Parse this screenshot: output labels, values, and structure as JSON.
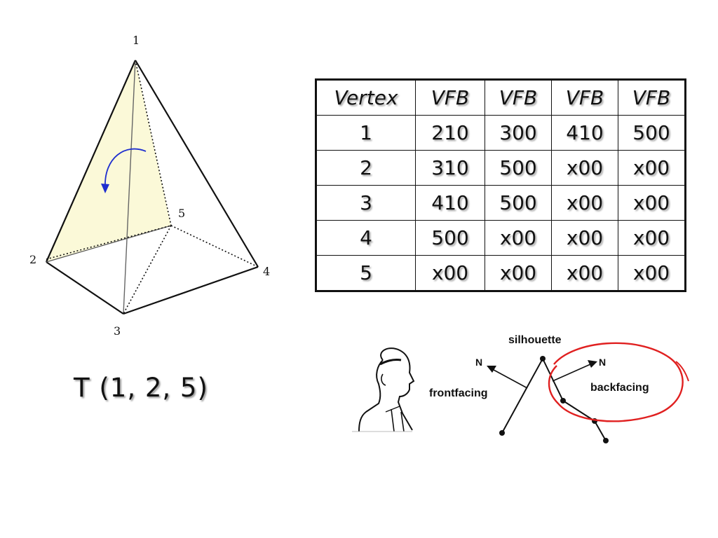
{
  "pyramid": {
    "vertex_labels": [
      "1",
      "2",
      "3",
      "4",
      "5"
    ],
    "colors": {
      "face_fill": "#fbf9d8",
      "arrow": "#1f2fcf",
      "edge": "#111111"
    },
    "triangle_label": "T (1, 2, 5)"
  },
  "table": {
    "headers": [
      "Vertex",
      "VFB",
      "VFB",
      "VFB",
      "VFB"
    ],
    "rows": [
      [
        "1",
        "210",
        "300",
        "410",
        "500"
      ],
      [
        "2",
        "310",
        "500",
        "x00",
        "x00"
      ],
      [
        "3",
        "410",
        "500",
        "x00",
        "x00"
      ],
      [
        "4",
        "500",
        "x00",
        "x00",
        "x00"
      ],
      [
        "5",
        "x00",
        "x00",
        "x00",
        "x00"
      ]
    ]
  },
  "silhouette": {
    "title": "silhouette",
    "front_label": "frontfacing",
    "back_label": "backfacing",
    "normal_label_left": "N",
    "normal_label_right": "N",
    "circle_color": "#e02020"
  }
}
